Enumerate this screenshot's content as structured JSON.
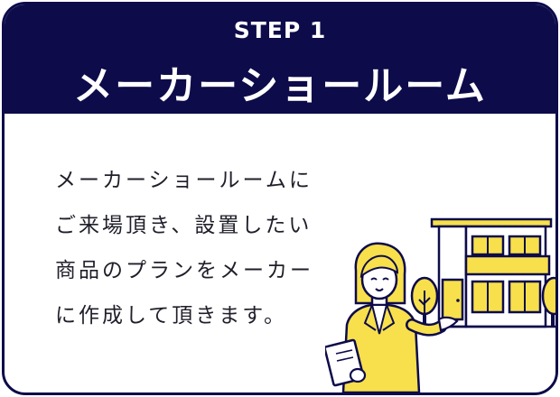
{
  "header": {
    "step": "STEP 1",
    "title": "メーカーショールーム"
  },
  "body": {
    "lines": [
      "メーカーショールームに",
      "ご来場頂き、設置したい",
      "商品のプランをメーカー",
      "に作成して頂きます。"
    ]
  },
  "colors": {
    "navy": "#0d0b4a",
    "accent_yellow": "#f7e04b"
  },
  "icons": [
    "house-icon",
    "tree-icon",
    "woman-holding-clipboard-icon"
  ]
}
